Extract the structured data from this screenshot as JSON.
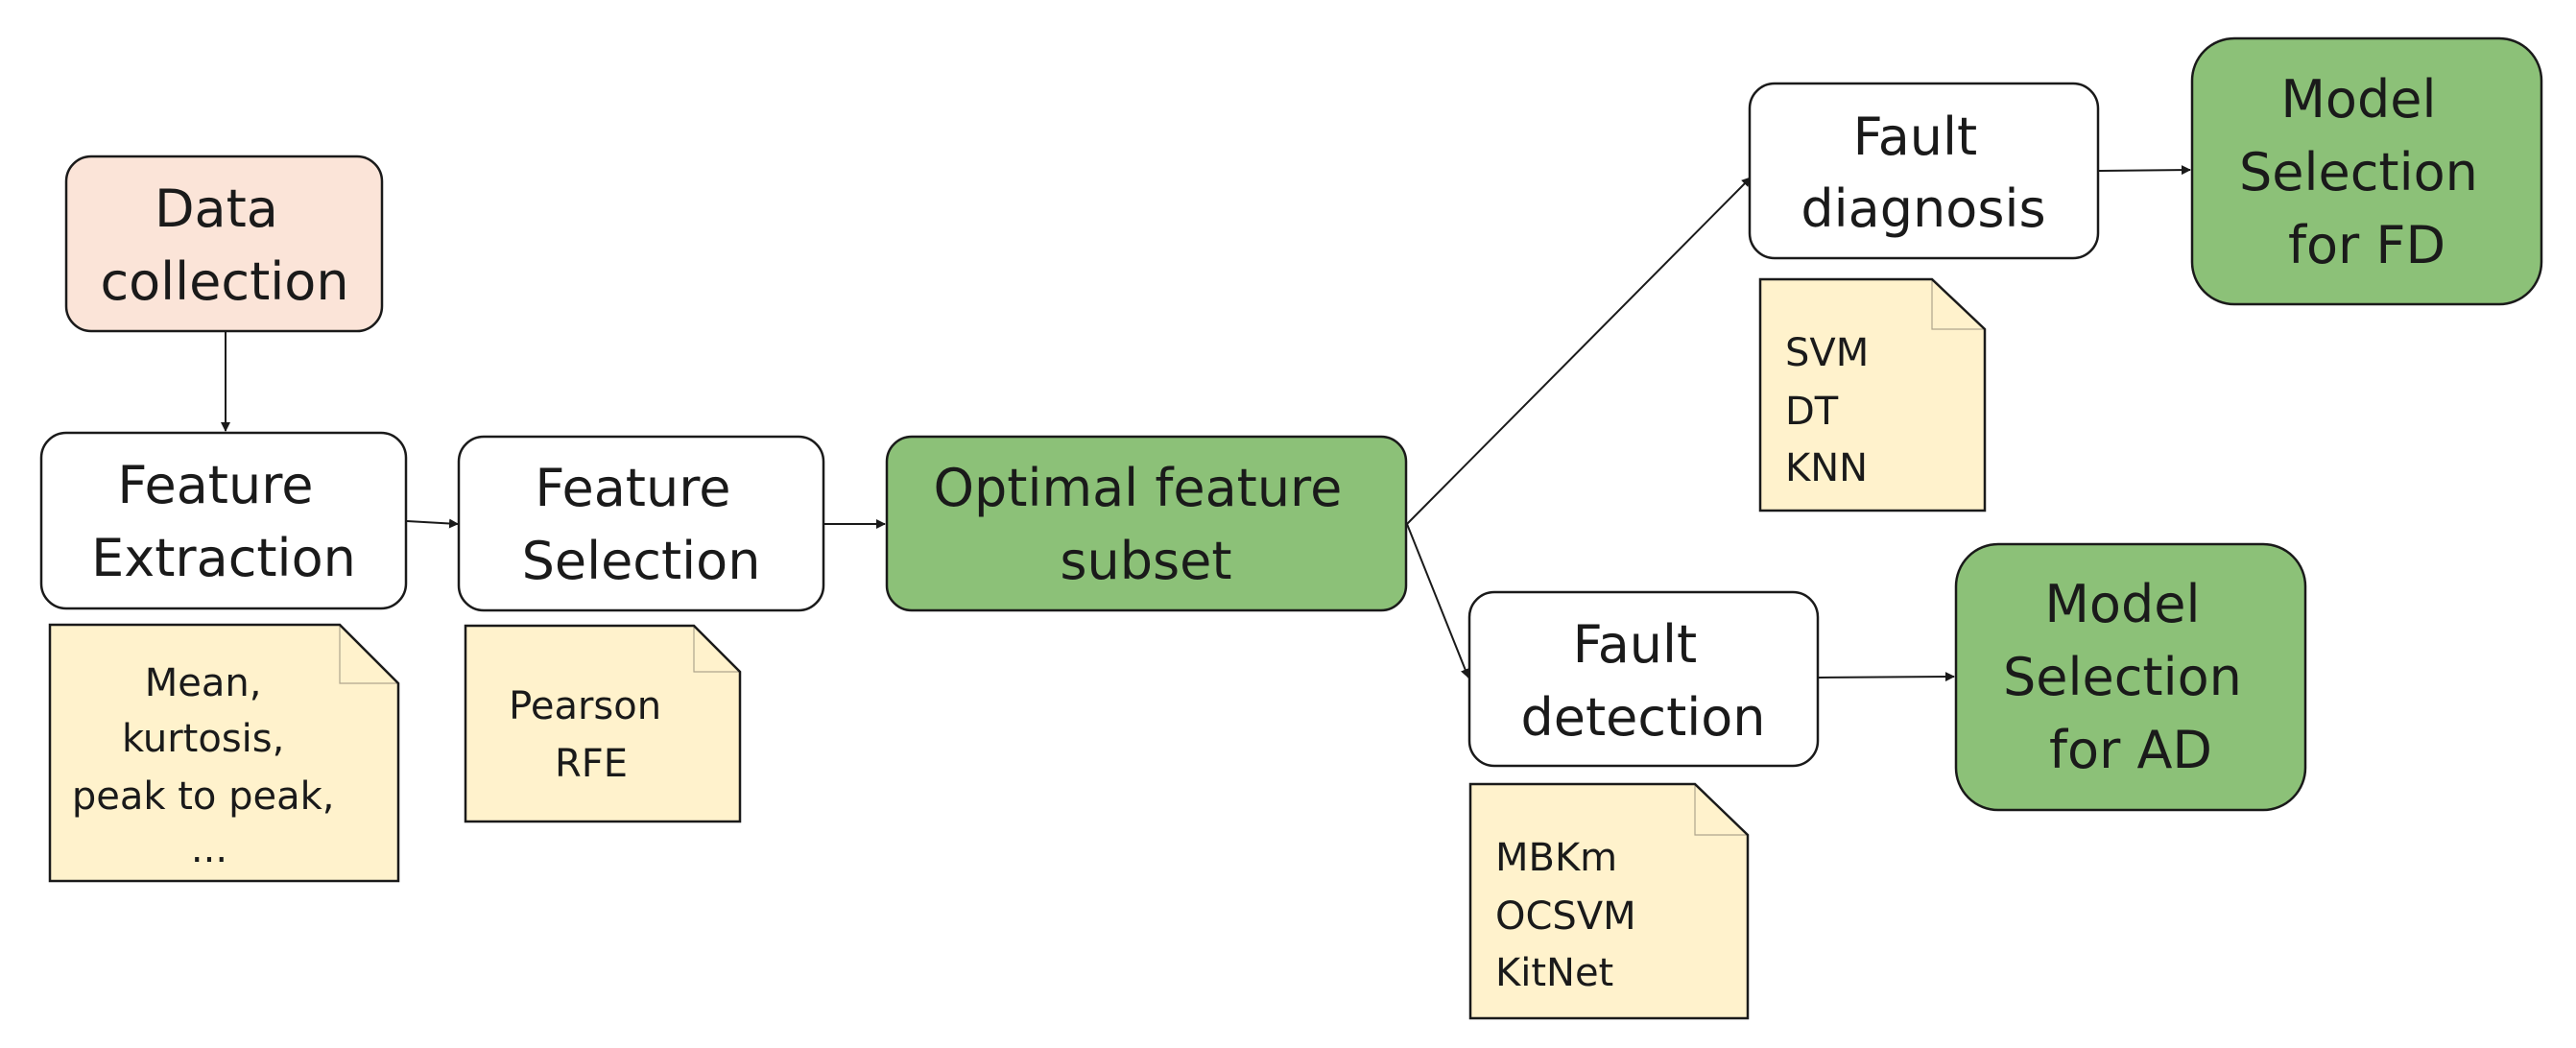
{
  "boxes": {
    "data_collection": {
      "lines": [
        "Data",
        "collection"
      ]
    },
    "feature_extraction": {
      "lines": [
        "Feature",
        "Extraction"
      ]
    },
    "feature_selection": {
      "lines": [
        "Feature",
        "Selection"
      ]
    },
    "optimal_feature_subset": {
      "lines": [
        "Optimal feature",
        "subset"
      ]
    },
    "fault_diagnosis": {
      "lines": [
        "Fault",
        "diagnosis"
      ]
    },
    "fault_detection": {
      "lines": [
        "Fault",
        "detection"
      ]
    },
    "model_selection_fd": {
      "lines": [
        "Model",
        "Selection",
        "for FD"
      ]
    },
    "model_selection_ad": {
      "lines": [
        "Model",
        "Selection",
        "for AD"
      ]
    }
  },
  "notes": {
    "extraction_methods": {
      "lines": [
        "Mean,",
        "kurtosis,",
        "peak to peak,",
        "..."
      ]
    },
    "selection_methods": {
      "lines": [
        "Pearson",
        "RFE"
      ]
    },
    "diagnosis_models": {
      "lines": [
        "SVM",
        "DT",
        "KNN"
      ]
    },
    "detection_models": {
      "lines": [
        "MBKm",
        "OCSVM",
        "KitNet"
      ]
    }
  },
  "colors": {
    "data_collection_fill": "#fbe4d8",
    "green_fill": "#8cc178",
    "note_fill": "#fff2cc",
    "white_fill": "#ffffff",
    "stroke": "#1a1a1a"
  }
}
